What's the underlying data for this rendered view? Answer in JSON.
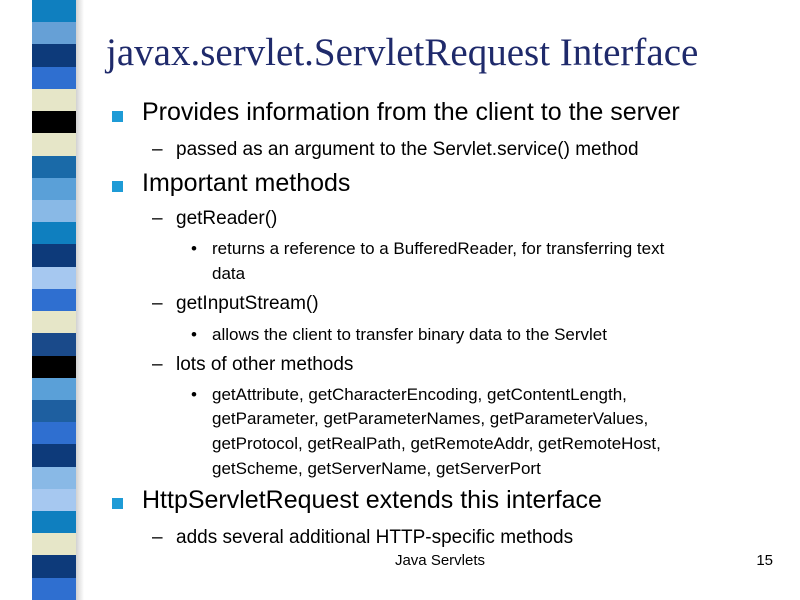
{
  "slide": {
    "title": "javax.servlet.ServletRequest Interface",
    "stripe_colors": [
      "#0f7fbf",
      "#66a0d6",
      "#0d3a7a",
      "#2f6fd0",
      "#e6e6c8",
      "#000000",
      "#e6e6c8",
      "#1a6aa8",
      "#5aa0d8",
      "#89b9e6",
      "#0f7fbf",
      "#0d3a7a",
      "#a6c8f0",
      "#2f6fd0",
      "#e6e6c8",
      "#1a4a8a",
      "#000000",
      "#5aa0d8",
      "#1e5fa0",
      "#2f6fd0",
      "#0d3a7a",
      "#89b9e6",
      "#a6c8f0",
      "#0f7fbf",
      "#e6e6c8",
      "#0d3a7a",
      "#2f6fd0"
    ],
    "bullet_color": "#1e9bd6",
    "title_color": "#1f2a6b",
    "b1_text": "Provides information from the client to the server",
    "b1_1": "passed as an argument to the Servlet.service() method",
    "b2_text": "Important methods",
    "b2_1": "getReader()",
    "b2_1_1_line1": "returns a reference to a BufferedReader, for transferring text",
    "b2_1_1_line2": "data",
    "b2_2": "getInputStream()",
    "b2_2_1": "allows the client to transfer binary data to the Servlet",
    "b2_3": "lots of other methods",
    "b2_3_1_line1": "getAttribute, getCharacterEncoding, getContentLength,",
    "b2_3_1_line2": "getParameter, getParameterNames, getParameterValues,",
    "b2_3_1_line3": "getProtocol, getRealPath, getRemoteAddr, getRemoteHost,",
    "b2_3_1_line4": "getScheme, getServerName, getServerPort",
    "b3_text": "HttpServletRequest extends this interface",
    "b3_1": "adds several additional HTTP-specific methods",
    "dash": "–",
    "dot": "•"
  },
  "footer": {
    "center": "Java Servlets",
    "page": "15"
  }
}
